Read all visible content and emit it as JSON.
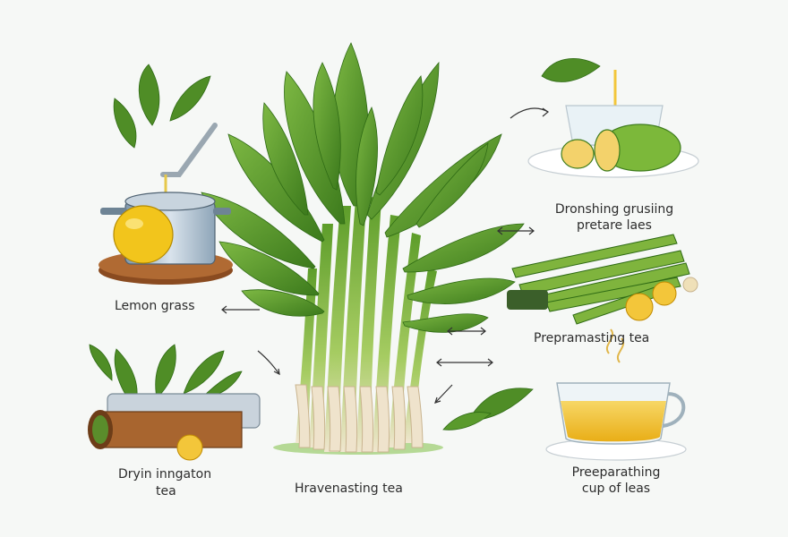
{
  "labels": {
    "lemon_grass": "Lemon grass",
    "dronshing_line1": "Dronshing grusiing",
    "dronshing_line2": "pretare laes",
    "prepramasting": "Prepramasting tea",
    "dryin_line1": "Dryin inngaton",
    "dryin_line2": "tea",
    "harvesting": "Hravenasting tea",
    "preeparathing_line1": "Preeparathing",
    "preeparathing_line2": "cup of leas"
  },
  "colors": {
    "background": "#f6f8f6",
    "leaf_dark": "#3f7d1e",
    "leaf_light": "#6aa933",
    "stalk": "#9cc45a",
    "root": "#efe3cc",
    "lemon": "#f2c51c",
    "wood": "#9a5a2b",
    "tea": "#f3c63a",
    "text": "#2c2c2c"
  },
  "icons": [
    "lemongrass-plant",
    "lemon",
    "cooking-pot",
    "wooden-board",
    "teacup",
    "saucer",
    "lime-halves",
    "cut-stalks",
    "lemon-slice",
    "bamboo-tube",
    "leaf-sprig",
    "arrow"
  ]
}
